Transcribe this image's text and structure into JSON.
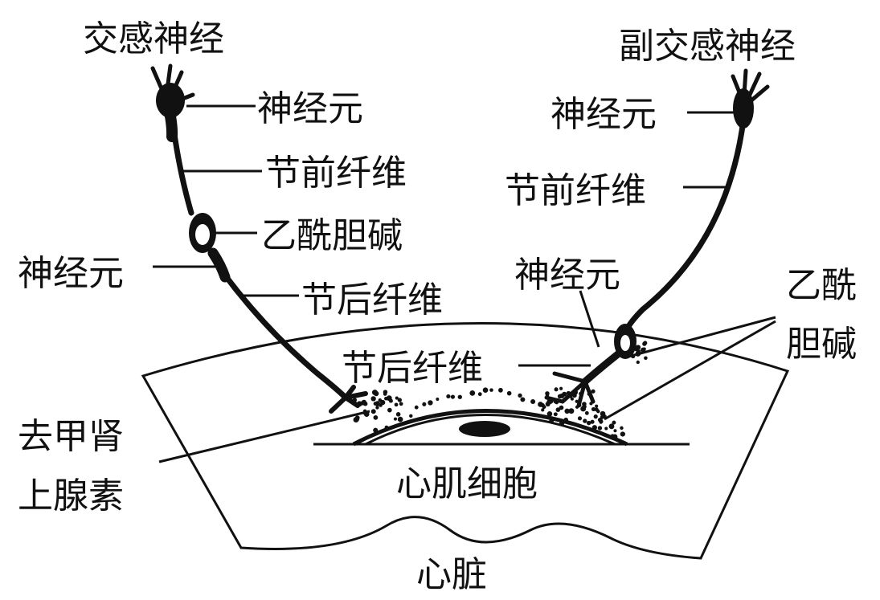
{
  "title_sympathetic": "交感神经",
  "title_parasympathetic": "副交感神经",
  "sympathetic": {
    "neuron_1": "神经元",
    "preganglionic_fiber": "节前纤维",
    "acetylcholine": "乙酰胆碱",
    "neuron_2": "神经元",
    "postganglionic_fiber": "节后纤维",
    "norepinephrine_line1": "去甲肾",
    "norepinephrine_line2": "上腺素"
  },
  "parasympathetic": {
    "neuron_1": "神经元",
    "preganglionic_fiber": "节前纤维",
    "neuron_2": "神经元",
    "postganglionic_fiber": "节后纤维",
    "acetylcholine_line1": "乙酰",
    "acetylcholine_line2": "胆碱"
  },
  "cardiomyocyte": "心肌细胞",
  "heart": "心脏"
}
